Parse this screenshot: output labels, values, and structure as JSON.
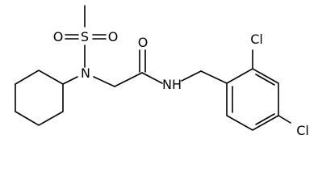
{
  "molecule": {
    "atoms": {
      "sulfur": "S",
      "sulfonyl_o_left": "O",
      "sulfonyl_o_right": "O",
      "amine_n": "N",
      "carbonyl_o": "O",
      "amide_nh": "NH",
      "cl_ortho": "Cl",
      "cl_para": "Cl"
    }
  }
}
